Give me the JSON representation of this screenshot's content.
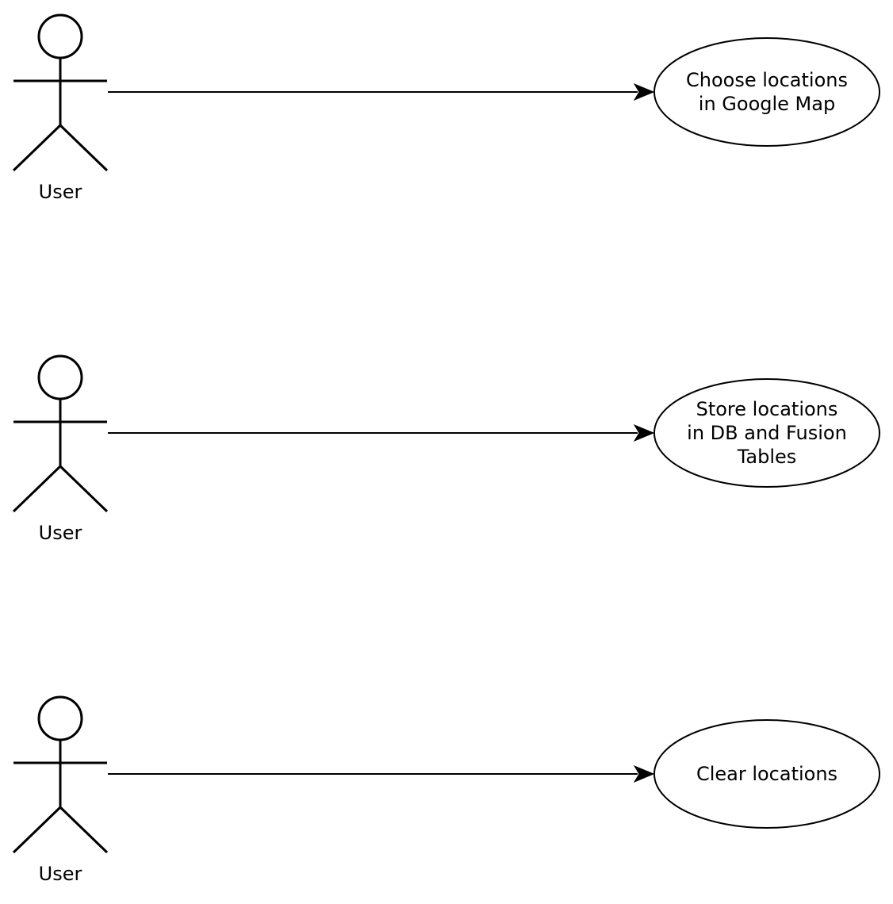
{
  "colors": {
    "stroke": "#000000",
    "background": "#ffffff",
    "text": "#000000"
  },
  "diagram": {
    "type": "use-case",
    "rows": [
      {
        "actor": "User",
        "use_case": "Choose locations\nin Google Map"
      },
      {
        "actor": "User",
        "use_case": "Store locations\nin DB and Fusion\nTables"
      },
      {
        "actor": "User",
        "use_case": "Clear locations"
      }
    ]
  }
}
